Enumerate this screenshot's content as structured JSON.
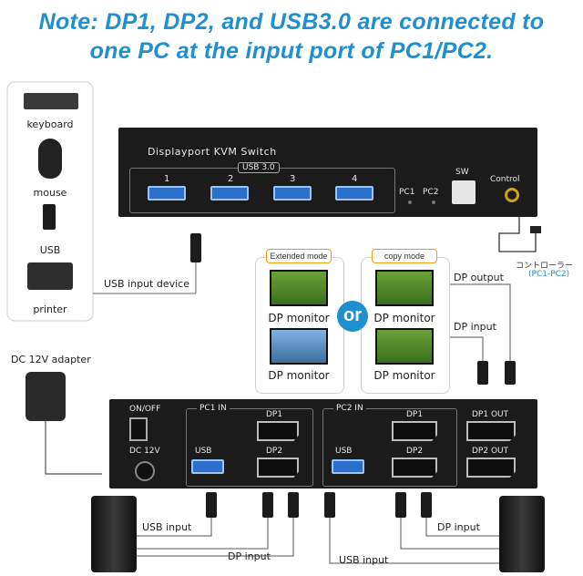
{
  "note": {
    "line1": "Note: DP1, DP2, and USB3.0 are connected to",
    "line2": "one PC at the input port of PC1/PC2."
  },
  "peripherals": {
    "keyboard": "keyboard",
    "mouse": "mouse",
    "usb": "USB",
    "printer": "printer",
    "usb_input_device": "USB input device"
  },
  "kvm_front": {
    "name": "Displayport KVM Switch",
    "usb_header": "USB 3.0",
    "ports": [
      "1",
      "2",
      "3",
      "4"
    ],
    "pc1": "PC1",
    "pc2": "PC2",
    "sw": "SW",
    "control": "Control"
  },
  "controller": {
    "jp": "コントローラー",
    "sub": "(PC1-PC2)"
  },
  "modes": {
    "extended": "Extended mode",
    "copy": "copy mode",
    "or": "or",
    "monitor": "DP monitor"
  },
  "cables": {
    "dp_output": "DP output",
    "dp_input": "DP input",
    "usb_input": "USB input"
  },
  "adapter": "DC 12V adapter",
  "kvm_back": {
    "on_off": "ON/OFF",
    "dc12v": "DC 12V",
    "pc1_in": "PC1 IN",
    "pc2_in": "PC2 IN",
    "dp1": "DP1",
    "dp2": "DP2",
    "usb": "USB",
    "dp1_out": "DP1 OUT",
    "dp2_out": "DP2 OUT"
  },
  "colors": {
    "title": "#1f8fcf",
    "or_circle": "#1f8fcf",
    "mode_tag_border": "#f2a000",
    "usb_port": "#2a6fc9"
  }
}
